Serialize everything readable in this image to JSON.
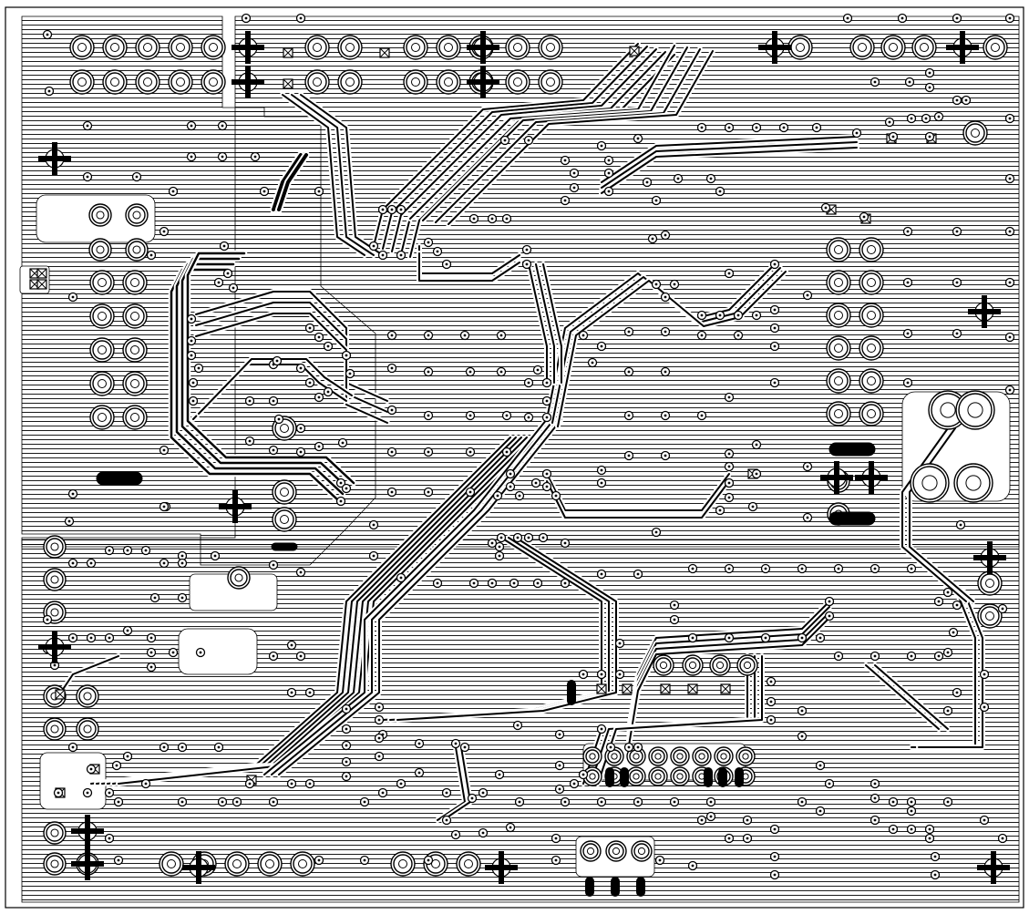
{
  "diagram": {
    "kind": "pcb-layout",
    "colors": {
      "background": "#ffffff",
      "ink": "#000000",
      "hatch": "#000000"
    },
    "elements": {
      "outline": "board-outline",
      "hatch": "ground-pour-hatching",
      "traces": "routed-traces",
      "pads": "through-hole-pads",
      "vias": "vias",
      "mounting": "mounting-crosses",
      "slots": "oval-slots"
    }
  }
}
